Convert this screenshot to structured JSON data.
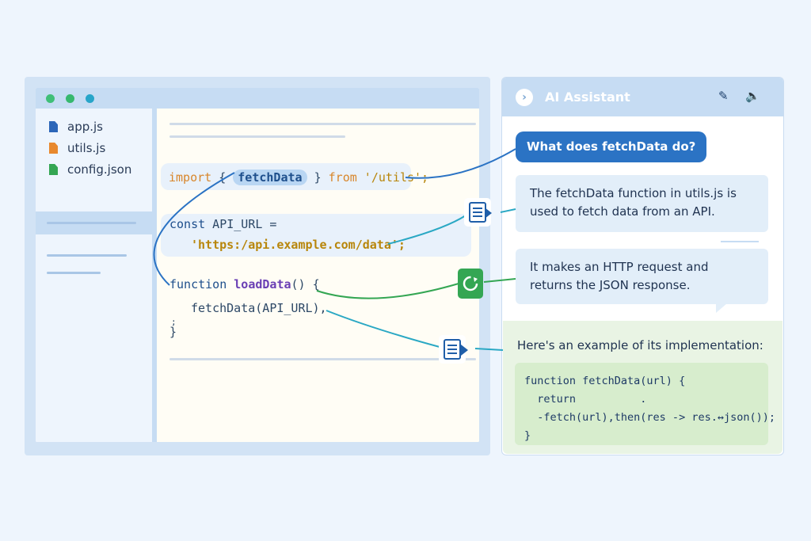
{
  "ide": {
    "files": [
      {
        "name": "app.js",
        "color": "#2c66b8"
      },
      {
        "name": "utils.js",
        "color": "#e8892e"
      },
      {
        "name": "config.json",
        "color": "#34a653"
      }
    ],
    "code": {
      "line1": {
        "kw": "import",
        "open": " { ",
        "fn": "fetchData",
        "close": " } ",
        "from": "from",
        "path": " '/utils';"
      },
      "line2a": {
        "kw": "const",
        "rest": " API_URL ="
      },
      "line2b": "'https:/api.example.com/data';",
      "line3": {
        "kw": "function",
        "fn": " loadData",
        "rest": "() {"
      },
      "line4": "fetchData(API_URL),",
      "line5": ";",
      "line6": "}"
    }
  },
  "assistant": {
    "title": "AI Assistant",
    "icons": [
      "edit-icon",
      "speaker-icon"
    ],
    "question": "What does fetchData do?",
    "answer1": "The fetchData function in utils.js is used to fetch data from an API.",
    "answer2": "It makes an HTTP request and returns the JSON response.",
    "example_title": "Here's an example of its implementation:",
    "example_code": "function fetchData(url) {\n  return          .\n  -fetch(url),then(res -> res.↔json());\n}"
  },
  "colors": {
    "accent": "#2b73c4",
    "green": "#34a653",
    "teal": "#2aa8c4"
  }
}
